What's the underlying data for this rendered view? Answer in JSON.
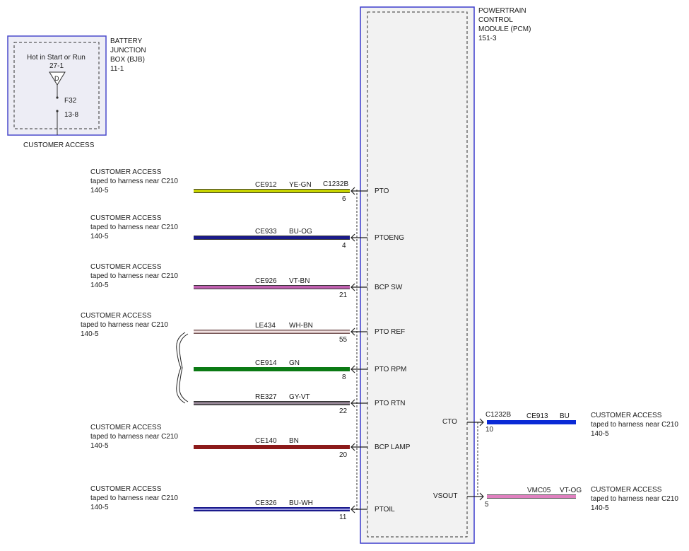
{
  "colors": {
    "module_border": "#3b3bcc",
    "module_fill": "#f2f2f2",
    "wire_ye_gn": "#c8d400",
    "wire_bu_og": "#1a1a8c",
    "wire_vt_bn": "#c060b0",
    "wire_wh_bn": "#d9b8b8",
    "wire_gn": "#0b7a14",
    "wire_gy_vt": "#7a6a7a",
    "wire_bn": "#8c1a1a",
    "wire_bu_wh": "#1a1a8c",
    "wire_bu": "#0a2ad6",
    "wire_vt_og": "#e080c0"
  },
  "bjb": {
    "title": "BATTERY\nJUNCTION\nBOX (BJB)\n11-1",
    "hot_label": "Hot in Start or Run",
    "circuit": "27-1",
    "fuse_symbol": "D",
    "fuse": "F32",
    "pin": "13-8",
    "access": "CUSTOMER ACCESS"
  },
  "pcm": {
    "title": "POWERTRAIN\nCONTROL\nMODULE (PCM)\n151-3",
    "connector_left": "C1232B",
    "connector_right": "C1232B"
  },
  "left_circuits": [
    {
      "circuit": "CE912",
      "color": "YE-GN",
      "pin": "6",
      "signal": "PTO",
      "access": "CUSTOMER ACCESS\ntaped to harness near C210\n140-5"
    },
    {
      "circuit": "CE933",
      "color": "BU-OG",
      "pin": "4",
      "signal": "PTOENG",
      "access": "CUSTOMER ACCESS\ntaped to harness near C210\n140-5"
    },
    {
      "circuit": "CE926",
      "color": "VT-BN",
      "pin": "21",
      "signal": "BCP SW",
      "access": "CUSTOMER ACCESS\ntaped to harness near C210\n140-5"
    },
    {
      "circuit": "LE434",
      "color": "WH-BN",
      "pin": "55",
      "signal": "PTO REF",
      "access": "CUSTOMER ACCESS\ntaped to harness near C210\n140-5"
    },
    {
      "circuit": "CE914",
      "color": "GN",
      "pin": "8",
      "signal": "PTO RPM",
      "access": ""
    },
    {
      "circuit": "RE327",
      "color": "GY-VT",
      "pin": "22",
      "signal": "PTO RTN",
      "access": ""
    },
    {
      "circuit": "CE140",
      "color": "BN",
      "pin": "20",
      "signal": "BCP LAMP",
      "access": "CUSTOMER ACCESS\ntaped to harness near C210\n140-5"
    },
    {
      "circuit": "CE326",
      "color": "BU-WH",
      "pin": "11",
      "signal": "PTOIL",
      "access": "CUSTOMER ACCESS\ntaped to harness near C210\n140-5"
    }
  ],
  "right_circuits": [
    {
      "circuit": "CE913",
      "color": "BU",
      "pin": "10",
      "signal": "CTO",
      "access": "CUSTOMER ACCESS\ntaped to harness near C210\n140-5"
    },
    {
      "circuit": "VMC05",
      "color": "VT-OG",
      "pin": "5",
      "signal": "VSOUT",
      "access": "CUSTOMER ACCESS\ntaped to harness near C210\n140-5"
    }
  ]
}
